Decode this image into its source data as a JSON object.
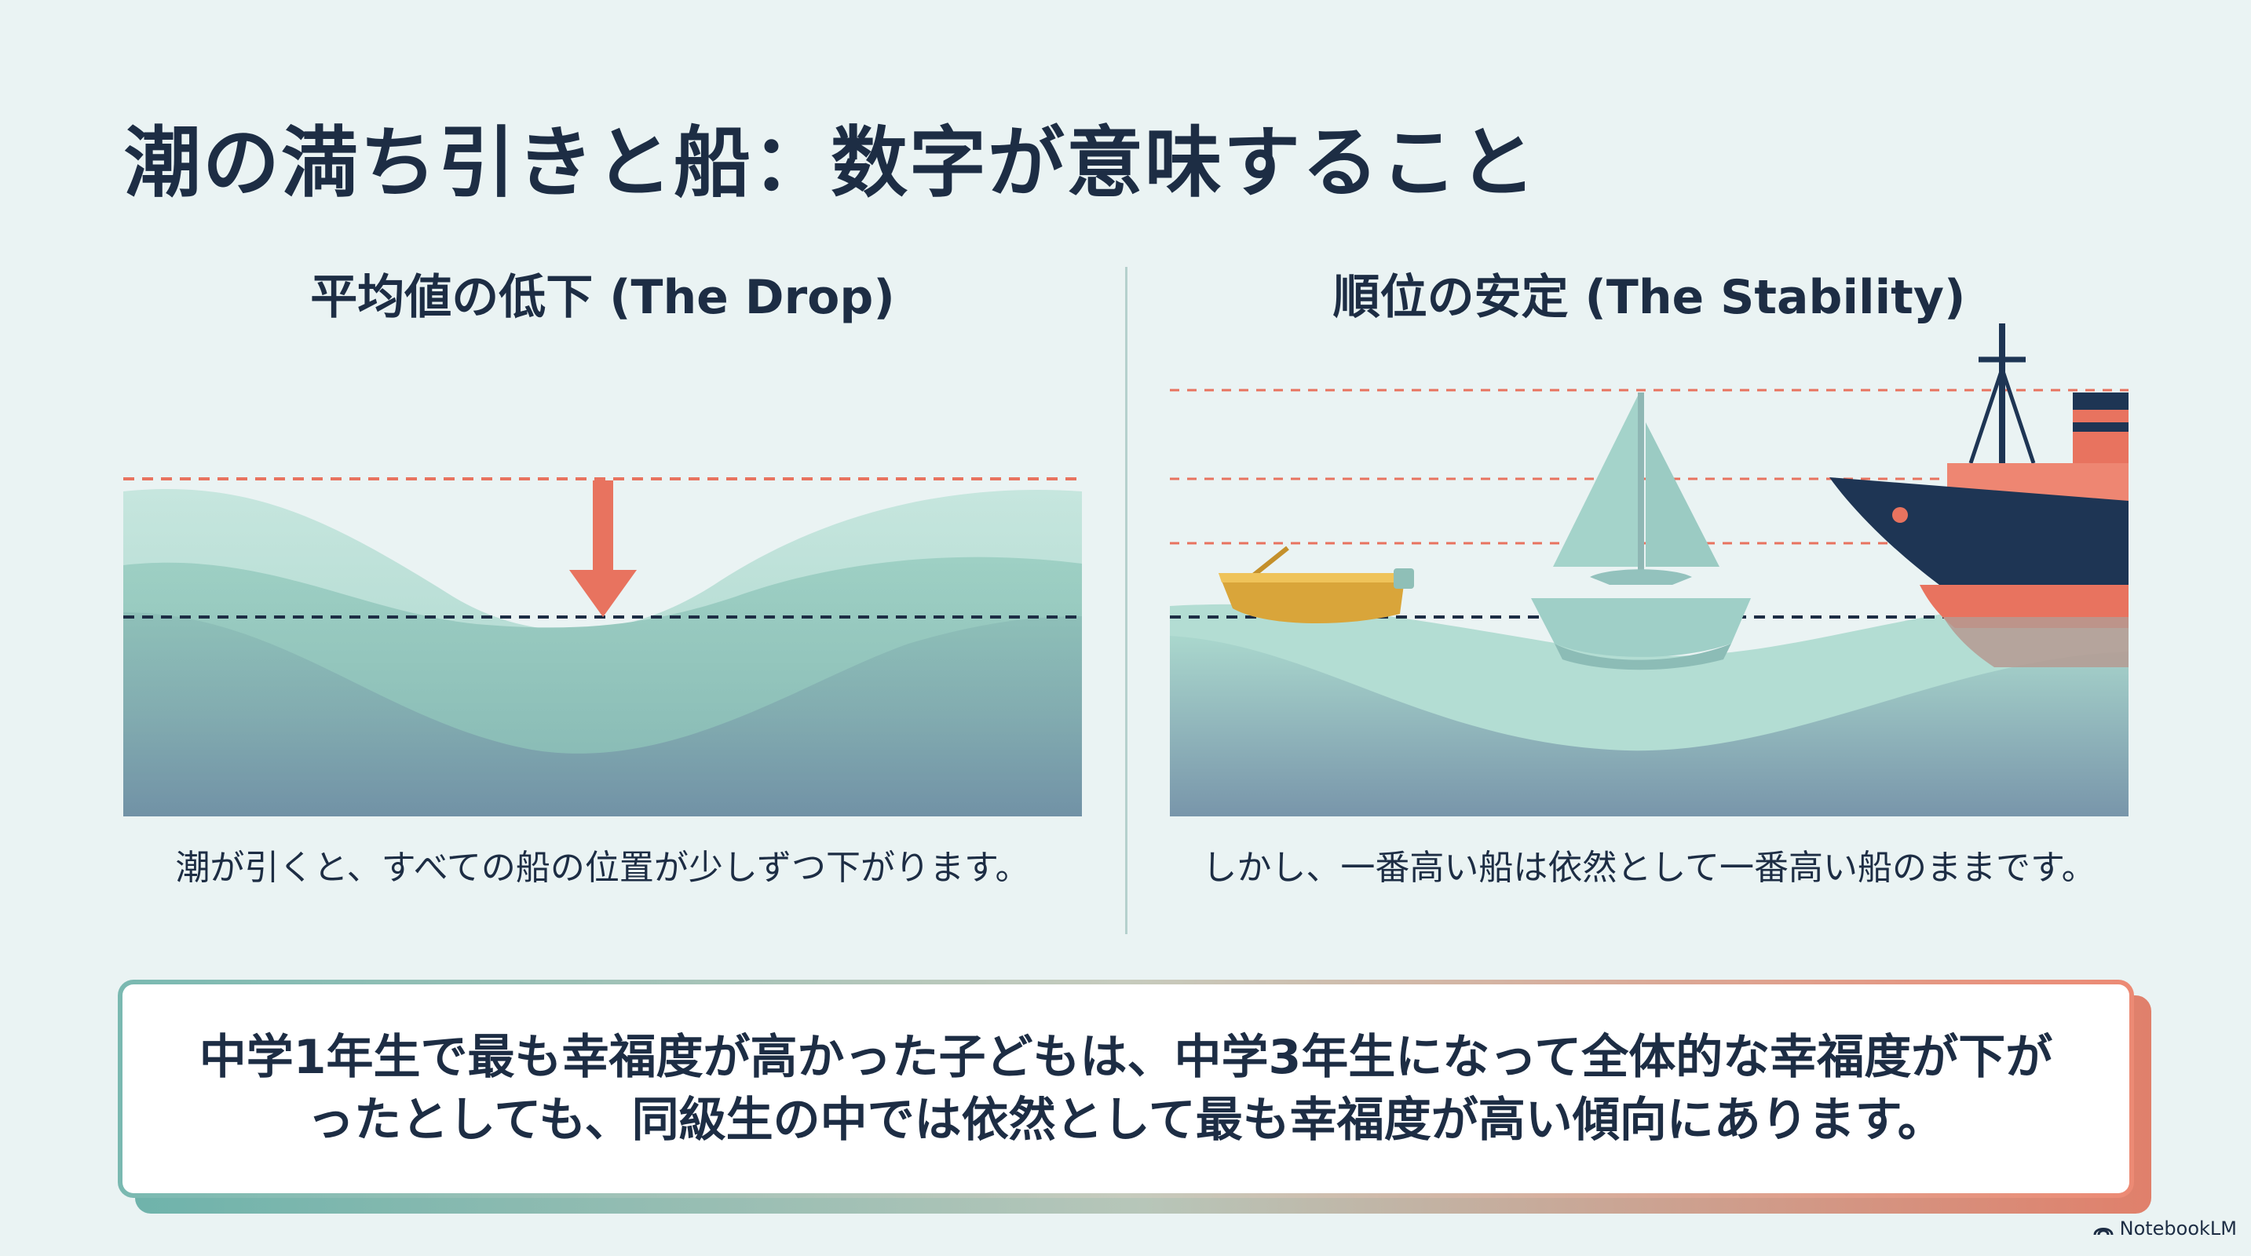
{
  "title": "潮の満ち引きと船：数字が意味すること",
  "panels": {
    "left": {
      "heading": "平均値の低下 (The Drop)",
      "caption": "潮が引くと、すべての船の位置が少しずつ下がります。"
    },
    "right": {
      "heading": "順位の安定 (The Stability)",
      "caption": "しかし、一番高い船は依然として一番高い船のままです。"
    }
  },
  "callout": {
    "text": "中学1年生で最も幸福度が高かった子どもは、中学3年生になって全体的な幸福度が下がったとしても、同級生の中では依然として最も幸福度が高い傾向にあります。"
  },
  "brand": "NotebookLM",
  "colors": {
    "background": "#eaf3f3",
    "text": "#1d2d44",
    "accent_coral": "#e8735f",
    "water_light": "#a9d7cd",
    "water_deep": "#6f8aa4",
    "rowboat": "#d9a53a",
    "sailboat": "#9fcfc7",
    "ship_hull": "#1e3554"
  },
  "icons": {
    "arrow": "down-arrow-icon",
    "boats": [
      "rowboat-icon",
      "sailboat-icon",
      "ship-icon"
    ],
    "brand": "notebooklm-logo-icon"
  }
}
